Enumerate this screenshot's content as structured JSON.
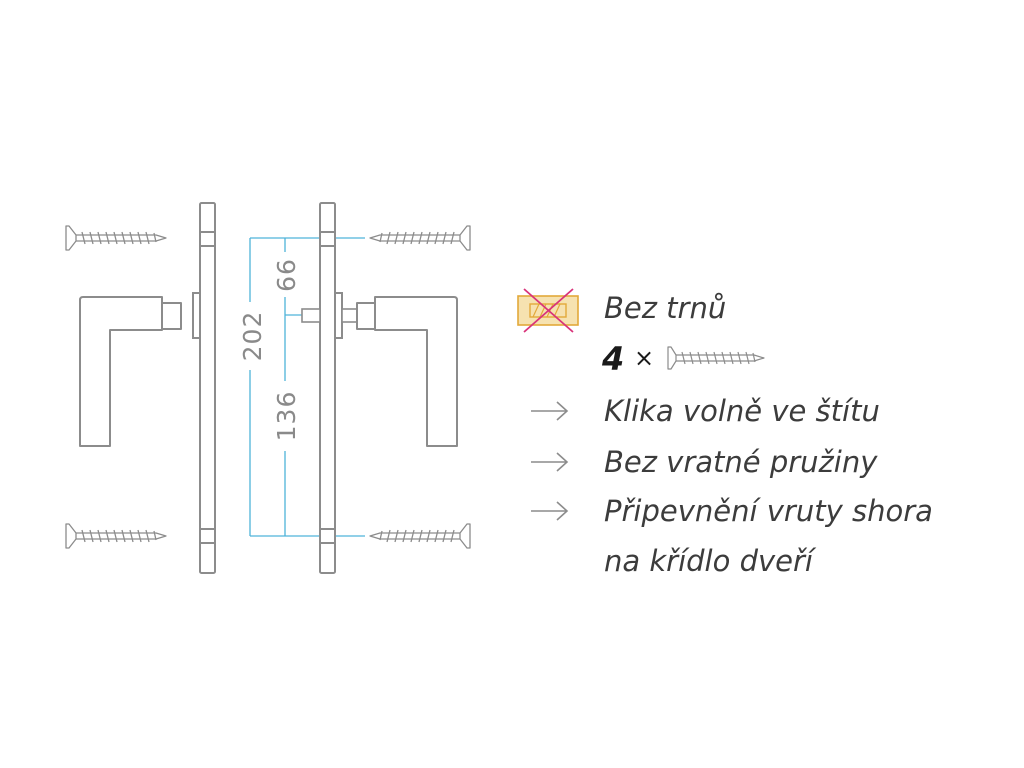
{
  "dimensions": {
    "total_height": "202",
    "upper_offset": "66",
    "lower_offset": "136"
  },
  "features": {
    "no_spindle": "Bez trnů",
    "screw_count": "4",
    "screw_multiplier": "×",
    "loose_handle": "Klika volně ve štítu",
    "no_spring": "Bez vratné pružiny",
    "mounting_line1": "Připevnění vruty shora",
    "mounting_line2": "na křídlo dveří"
  },
  "icons": {
    "no_spindle": "crossed-spindle-icon",
    "screw": "screw-icon",
    "arrow": "right-arrow-icon"
  },
  "colors": {
    "outline": "#8c8c8c",
    "dimension_line": "#4fb3d9",
    "spindle_fill": "#f6e2b0",
    "spindle_stroke": "#e3a93a",
    "cross": "#d9337a",
    "text": "#3c3c3c",
    "count_text": "#1a1a1a"
  }
}
